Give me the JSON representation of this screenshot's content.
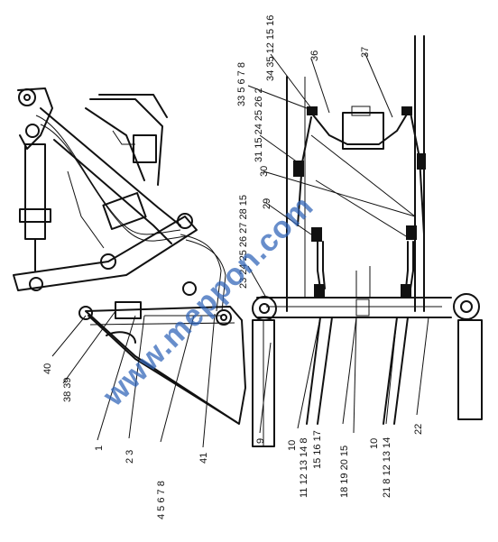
{
  "watermark": "www.meppon.com",
  "callouts": {
    "n1": "1",
    "n2_3": "2 3",
    "n4_8": "4  5  6  7  8",
    "n9": "9",
    "n10a": "10",
    "n10b": "10",
    "n11_17": "11 12 13 14  8",
    "n15_17": "15 16 17",
    "n18_15": "18 19 20 15",
    "n21_14": "21  8  12  13  14",
    "n22": "22",
    "n23_2815": "23 24 25 26 27 28 15",
    "n29": "29",
    "n30": "30",
    "n31_62": "31 15 24 25 26 2",
    "n33_78": "33 5 6 7 8",
    "n34_16": "34 35 12 15 16",
    "n36": "36",
    "n37": "37",
    "n38_39": "38 39",
    "n40": "40",
    "n41": "41"
  }
}
